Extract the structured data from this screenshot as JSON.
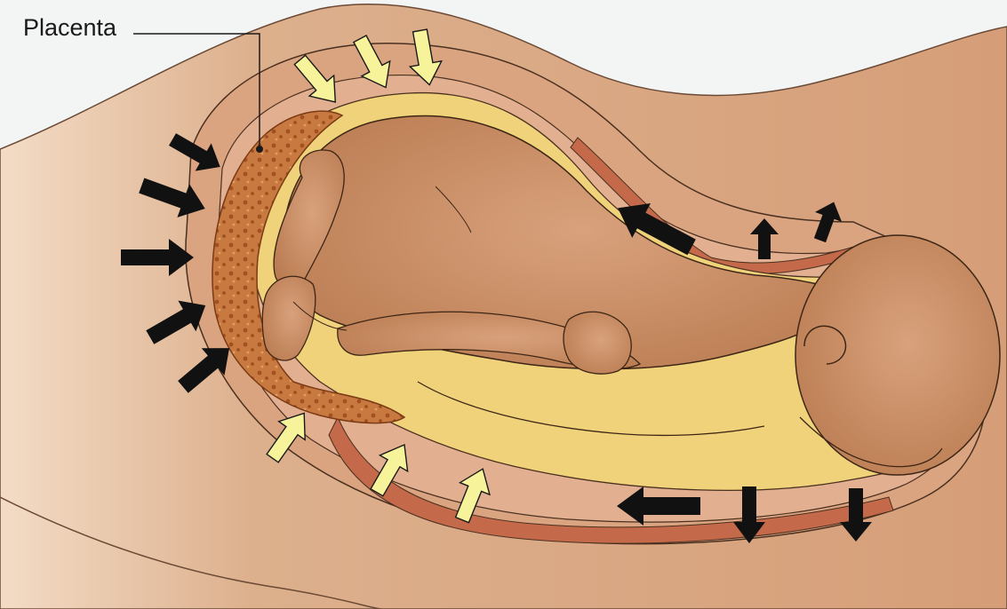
{
  "labels": {
    "placenta": "Placenta"
  },
  "colors": {
    "background": "#f3f4f4",
    "skin_light": "#e8c9ab",
    "skin": "#cf9670",
    "skin_dark": "#b97a55",
    "placenta": "#c8793f",
    "placenta_spot": "#a2501f",
    "fluid": "#f0d27a",
    "muscle": "#c46a4a",
    "arrow_force": "#111111",
    "arrow_pressure": "#f6f39a"
  },
  "icons": {
    "black_arrows": "contraction-force-arrow",
    "yellow_arrows": "uterine-pressure-arrow"
  }
}
